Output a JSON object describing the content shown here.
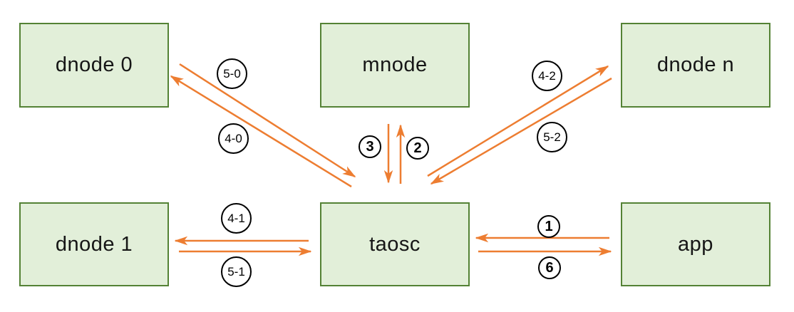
{
  "nodes": {
    "dnode0": {
      "label": "dnode 0"
    },
    "mnode": {
      "label": "mnode"
    },
    "dnoden": {
      "label": "dnode n"
    },
    "dnode1": {
      "label": "dnode 1"
    },
    "taosc": {
      "label": "taosc"
    },
    "app": {
      "label": "app"
    }
  },
  "edge_labels": {
    "step_5_0": "5-0",
    "step_4_0": "4-0",
    "step_3": "3",
    "step_2": "2",
    "step_4_2": "4-2",
    "step_5_2": "5-2",
    "step_4_1": "4-1",
    "step_5_1": "5-1",
    "step_1": "1",
    "step_6": "6"
  },
  "edges": [
    {
      "from": "taosc",
      "to": "dnode0",
      "label": "5-0"
    },
    {
      "from": "dnode0",
      "to": "taosc",
      "label": "4-0"
    },
    {
      "from": "mnode",
      "to": "taosc",
      "label": "3"
    },
    {
      "from": "taosc",
      "to": "mnode",
      "label": "2"
    },
    {
      "from": "taosc",
      "to": "dnoden",
      "label": "4-2"
    },
    {
      "from": "dnoden",
      "to": "taosc",
      "label": "5-2"
    },
    {
      "from": "taosc",
      "to": "dnode1",
      "label": "4-1"
    },
    {
      "from": "dnode1",
      "to": "taosc",
      "label": "5-1"
    },
    {
      "from": "app",
      "to": "taosc",
      "label": "1"
    },
    {
      "from": "taosc",
      "to": "app",
      "label": "6"
    }
  ],
  "colors": {
    "node_fill": "#e2efd9",
    "node_border": "#548235",
    "arrow": "#ed7d31",
    "label_border": "#000000"
  }
}
